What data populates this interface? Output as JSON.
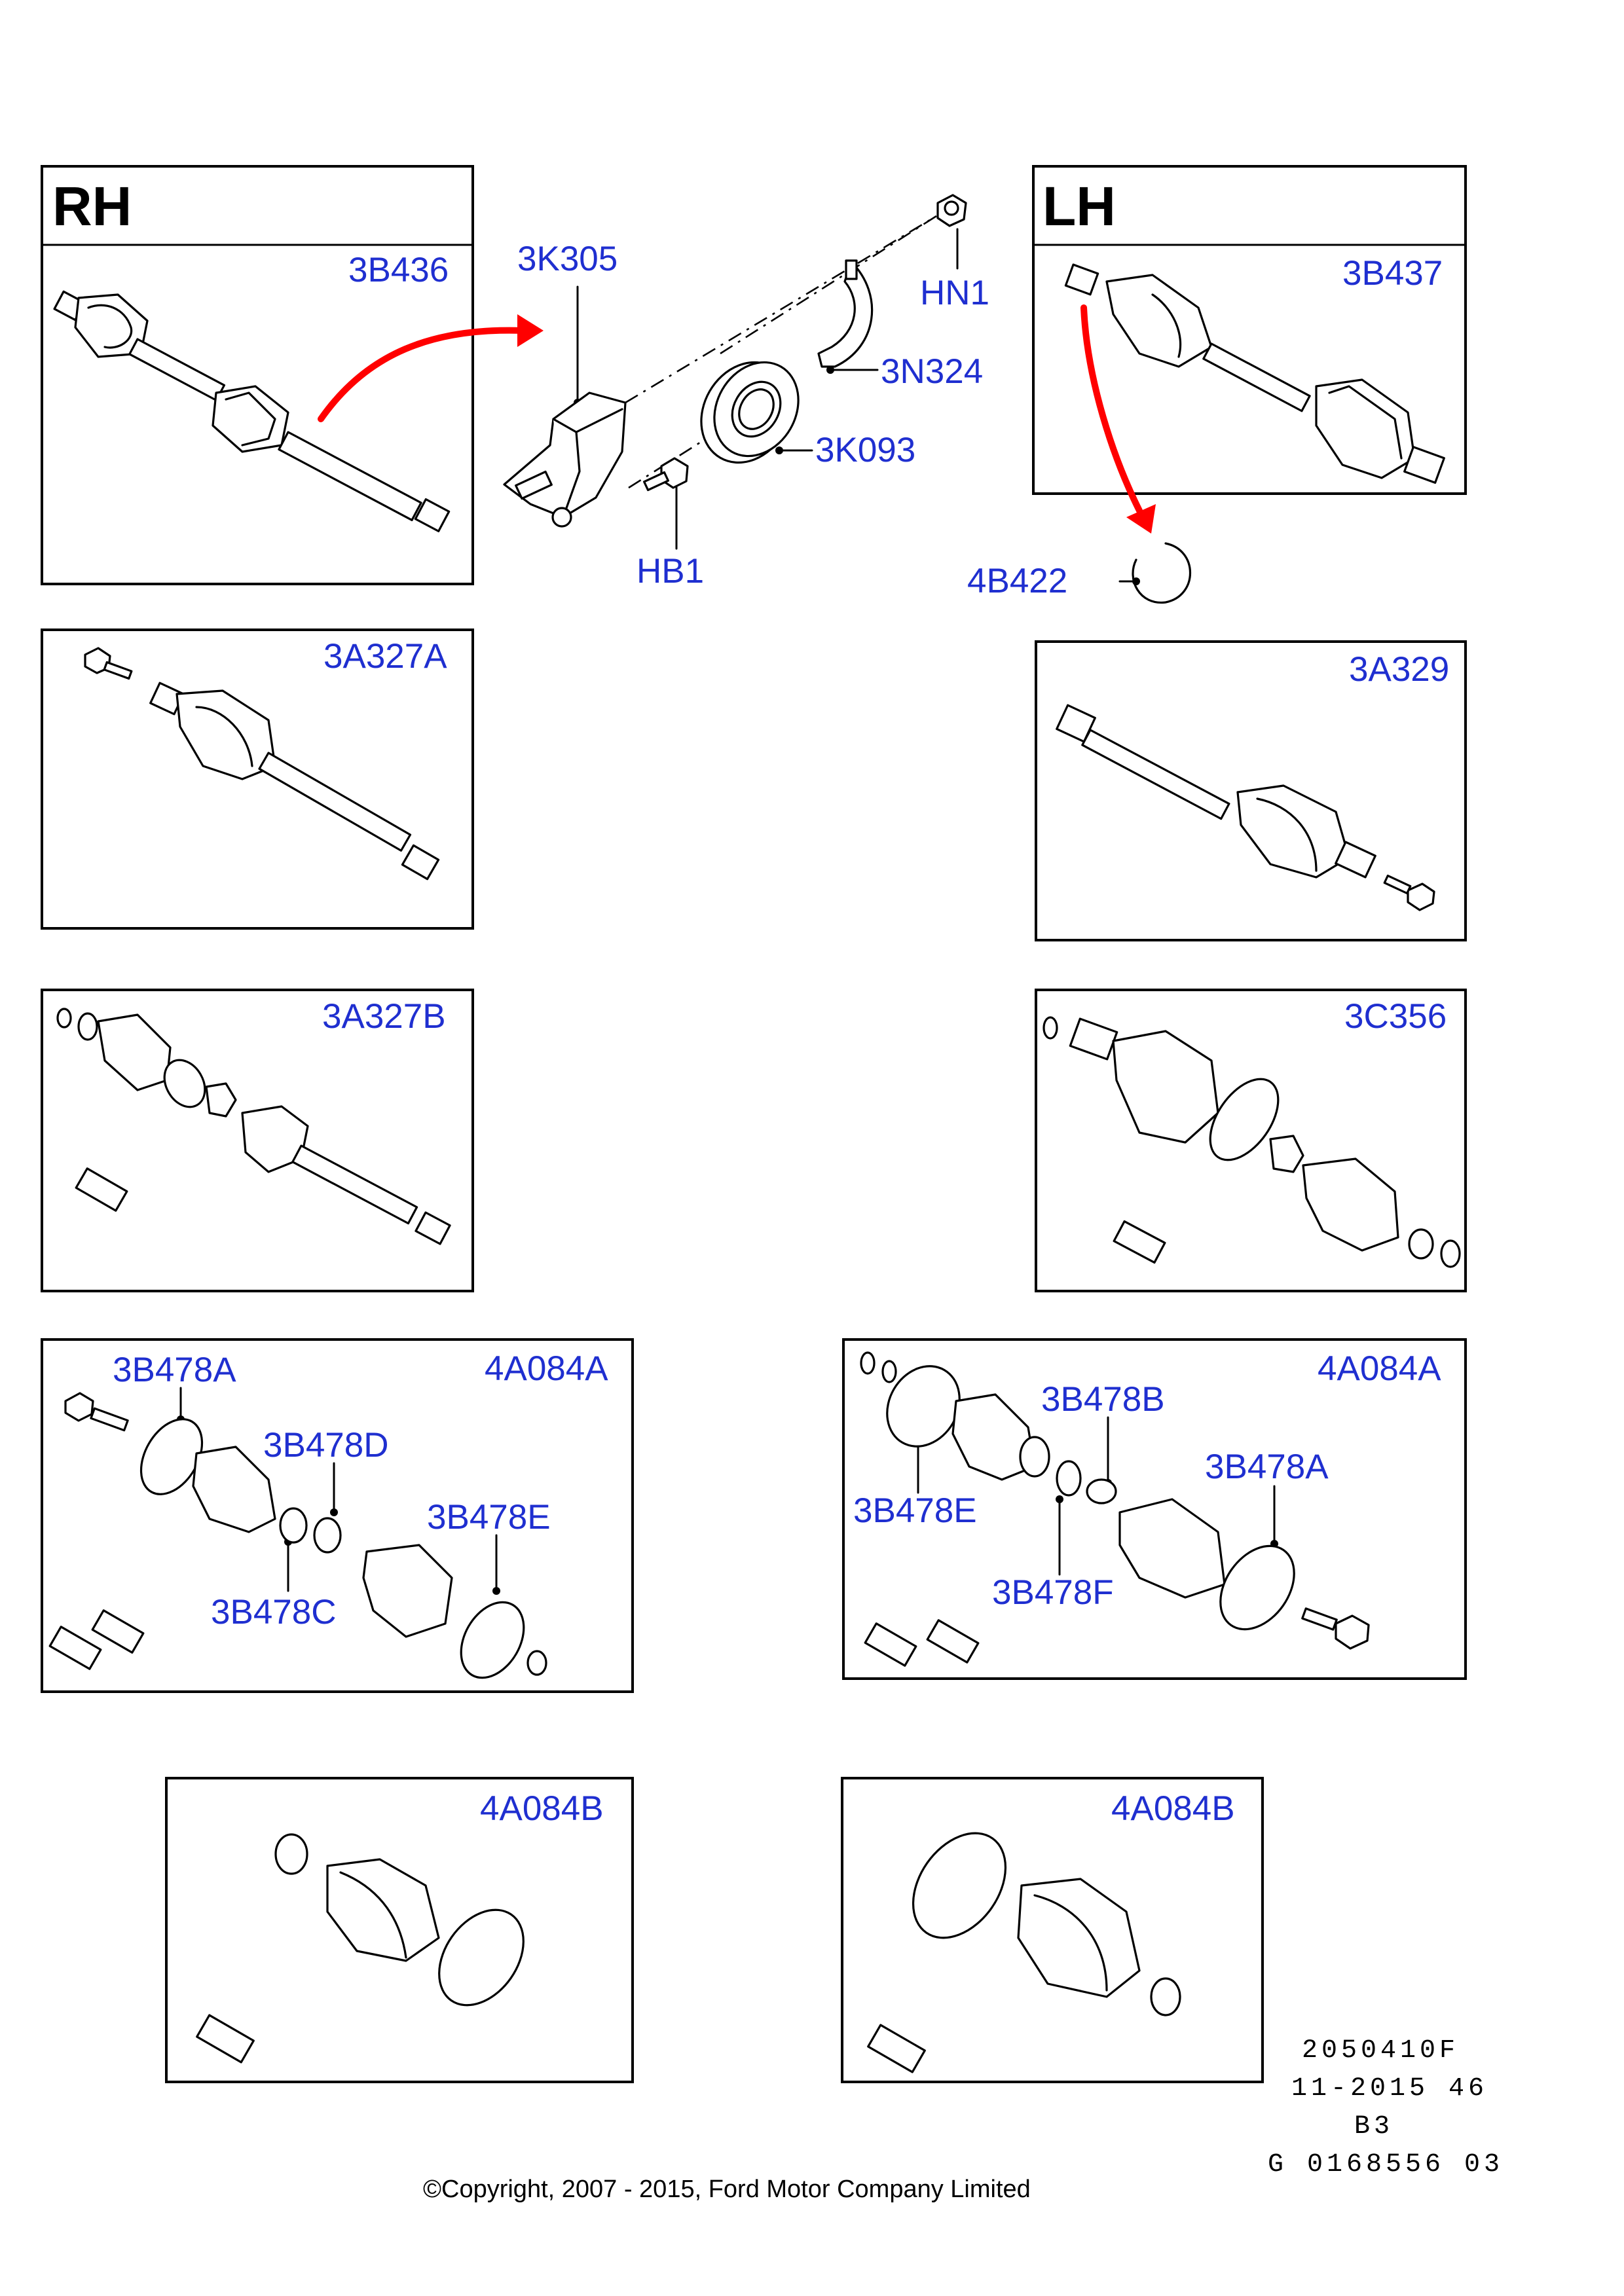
{
  "side_labels": {
    "rh": "RH",
    "lh": "LH"
  },
  "parts": {
    "rh_shaft": "3B436",
    "lh_shaft": "3B437",
    "bearing_bracket": "3K305",
    "nut": "HN1",
    "bearing_retainer": "3N324",
    "bearing": "3K093",
    "bolt": "HB1",
    "circlip": "4B422",
    "rh_outer_shaft": "3A327A",
    "lh_outer_shaft": "3A329",
    "rh_inner_joint": "3A327B",
    "lh_inner_joint": "3C356",
    "boot_kit_rh": "4A084A",
    "boot_kit_lh": "4A084A",
    "boot_kit_b_left": "4A084B",
    "boot_kit_b_right": "4A084B"
  },
  "clamp_labels_rh": {
    "a": "3B478A",
    "d": "3B478D",
    "e": "3B478E",
    "c": "3B478C"
  },
  "clamp_labels_lh": {
    "b": "3B478B",
    "a": "3B478A",
    "e": "3B478E",
    "f": "3B478F"
  },
  "footer": {
    "codes": [
      "2050410F",
      "11-2015 46",
      "B3",
      "G 0168556 03"
    ],
    "copyright": "©Copyright, 2007 - 2015, Ford Motor Company Limited"
  },
  "colors": {
    "label": "#1f2fd0",
    "arrow": "#ff0000"
  }
}
